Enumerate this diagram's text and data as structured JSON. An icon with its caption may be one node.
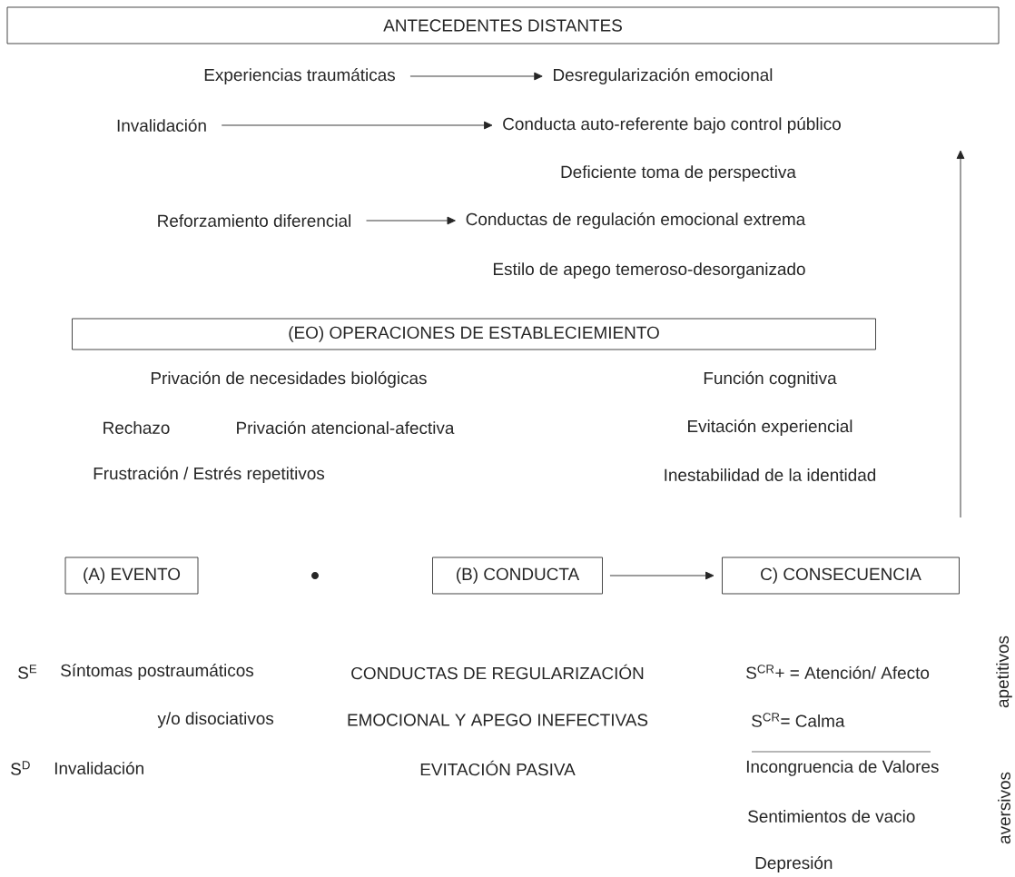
{
  "diagram": {
    "nodes": [
      {
        "text": [
          "ANTECEDENTES DISTANTES"
        ]
      },
      {
        "text": [
          "Experiencias traumáticas"
        ]
      },
      {
        "text": [
          "Desregularización emocional"
        ]
      },
      {
        "text": [
          "Invalidación"
        ]
      },
      {
        "text": [
          "Conducta auto-referente bajo control público"
        ]
      },
      {
        "text": [
          "Reforzamiento diferencial"
        ]
      },
      {
        "text": [
          "Conductas de regulación emocional extrema"
        ]
      },
      {
        "text": [
          "(EO) OPERACIONES DE ESTABLECIEMIENTO"
        ]
      },
      {
        "text": [
          "(A) EVENTO"
        ]
      },
      {
        "text": [
          "(B) CONDUCTA"
        ]
      },
      {
        "text": [
          "C) CONSECUENCIA"
        ]
      }
    ],
    "edges": [
      {
        "from": 1,
        "to": 2,
        "arrow": "to"
      },
      {
        "from": 3,
        "to": 4,
        "arrow": "to"
      },
      {
        "from": 5,
        "to": 6,
        "arrow": "to"
      },
      {
        "from": 9,
        "to": 10,
        "arrow": "to"
      },
      {
        "from": 10,
        "to": null,
        "arrow": "to"
      }
    ],
    "labels": [
      "Deficiente toma de perspectiva",
      "Estilo de apego temeroso-desorganizado",
      "Privación de necesidades biológicas",
      "Función cognitiva",
      "Rechazo",
      "Privación atencional-afectiva",
      "Evitación experiencial",
      "Frustración /  Estrés repetitivos",
      "Inestabilidad de la identidad",
      "S$^{E}$",
      "Síntomas postraumáticos",
      "CONDUCTAS DE REGULARIZACIÓN",
      "S$^{CR}$+ = Atención/ Afecto",
      "apetitivos",
      "y/o disociativos",
      "EMOCIONAL Y APEGO INEFECTIVAS",
      "S$^{CR}$= Calma",
      "S$^{D}$",
      "Invalidación",
      "EVITACIÓN PASIVA",
      "Incongruencia de Valores",
      "aversivos",
      "Sentimientos de vacio",
      "Depresión"
    ]
  }
}
